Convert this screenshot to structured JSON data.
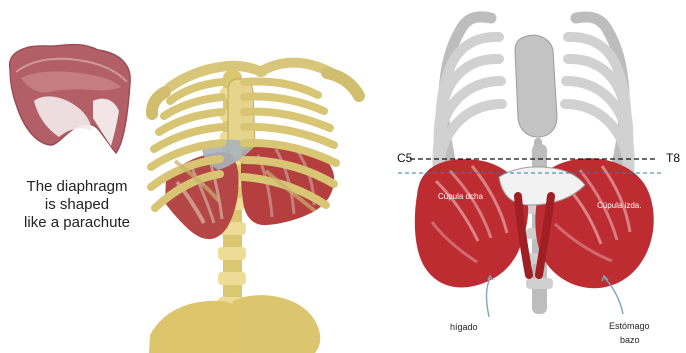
{
  "left_panel": {
    "caption": {
      "line1": "The diaphragm",
      "line2": "is shaped",
      "line3": "like a parachute"
    },
    "icons": {
      "dome": "diaphragm-dome-illustration",
      "skeleton": "ribcage-diaphragm-illustration"
    }
  },
  "right_panel": {
    "labels": {
      "left_level": "C5",
      "right_level": "T8",
      "right_dome": "Cúpula dcha",
      "left_dome": "Cúpula izda.",
      "liver": "hígado",
      "stomach": "Estómago",
      "spleen": "bazo"
    },
    "colors": {
      "bone": "#d9d9d9",
      "muscle": "#b5212b",
      "tendon": "#f0f0f0",
      "guide_dashed": "#111111",
      "guide_blue": "#2f7ea8"
    }
  }
}
